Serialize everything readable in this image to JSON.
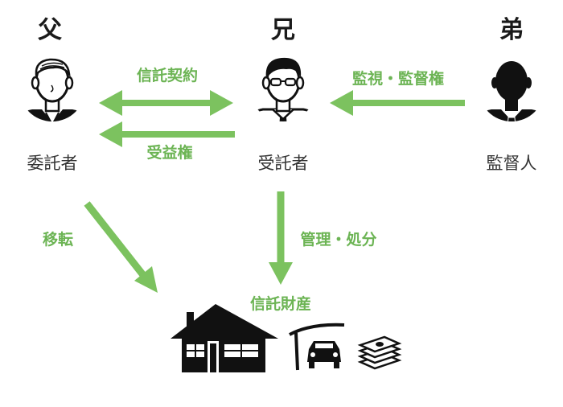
{
  "colors": {
    "arrow": "#7cc25f",
    "label": "#6cb454",
    "ink": "#111111"
  },
  "roles": {
    "father": {
      "title": "父",
      "label": "委託者"
    },
    "elder_brother": {
      "title": "兄",
      "label": "受託者"
    },
    "younger_brother": {
      "title": "弟",
      "label": "監督人"
    }
  },
  "arrows": {
    "trust_contract": "信託契約",
    "beneficial_right": "受益権",
    "supervision": "監視・監督権",
    "transfer": "移転",
    "management": "管理・処分"
  },
  "property": {
    "title": "信託財産",
    "icons": [
      "house-icon",
      "car-icon",
      "money-stack-icon"
    ]
  }
}
